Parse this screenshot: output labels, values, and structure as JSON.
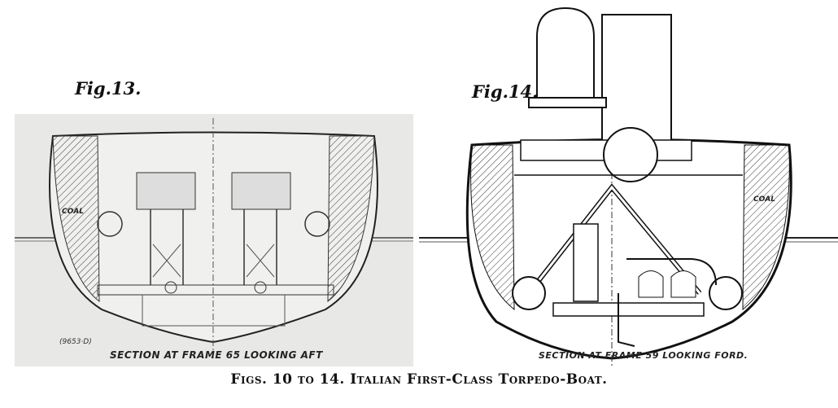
{
  "figures": [
    {
      "label": "Fig.13.",
      "section": "SECTION AT FRAME 65 LOOKING AFT",
      "ref": "(9653·D)",
      "coal": "COAL"
    },
    {
      "label": "Fig.14.",
      "section": "SECTION AT FRAME 59 LOOKING FORD.",
      "coal": "COAL"
    }
  ],
  "caption": "Figs. 10 to 14.   Italian First-Class Torpedo-Boat."
}
